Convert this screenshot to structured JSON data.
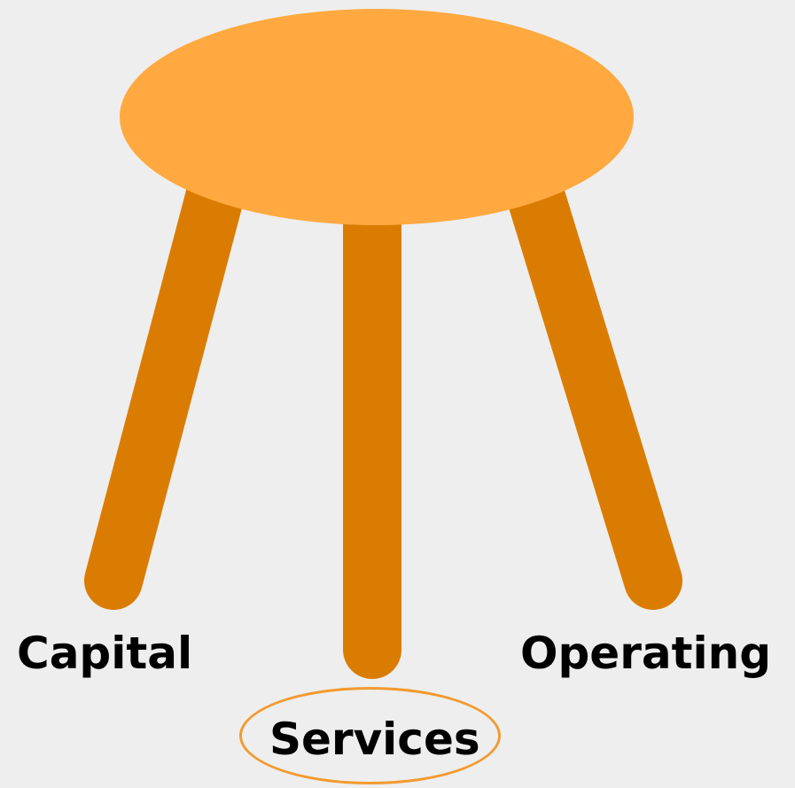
{
  "legs": {
    "left": {
      "label": "Capital"
    },
    "center": {
      "label": "Services",
      "highlighted": true
    },
    "right": {
      "label": "Operating"
    }
  },
  "colors": {
    "background": "#EEEEEE",
    "seat": "#FFA940",
    "legs": "#DB7C02",
    "highlight_ring": "#F29A2E",
    "text": "#000000"
  }
}
